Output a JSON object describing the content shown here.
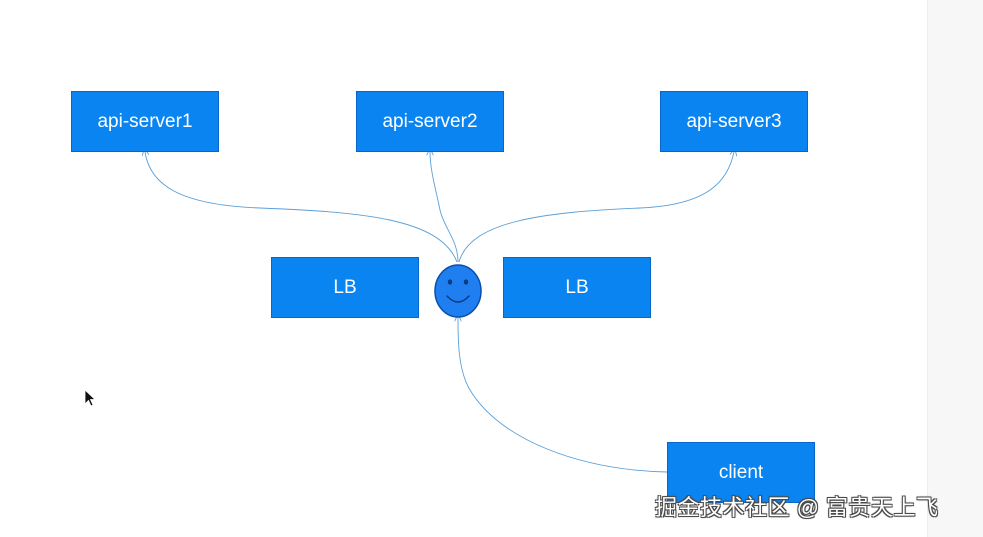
{
  "nodes": {
    "api_server_1": "api-server1",
    "api_server_2": "api-server2",
    "api_server_3": "api-server3",
    "lb_left": "LB",
    "lb_right": "LB",
    "client": "client"
  },
  "watermark": "掘金技术社区 @ 富贵天上飞",
  "colors": {
    "node_fill": "#0a84f0",
    "node_border": "#0866c8",
    "face_fill": "#1f7ff0",
    "edge": "#5aa0d8"
  }
}
